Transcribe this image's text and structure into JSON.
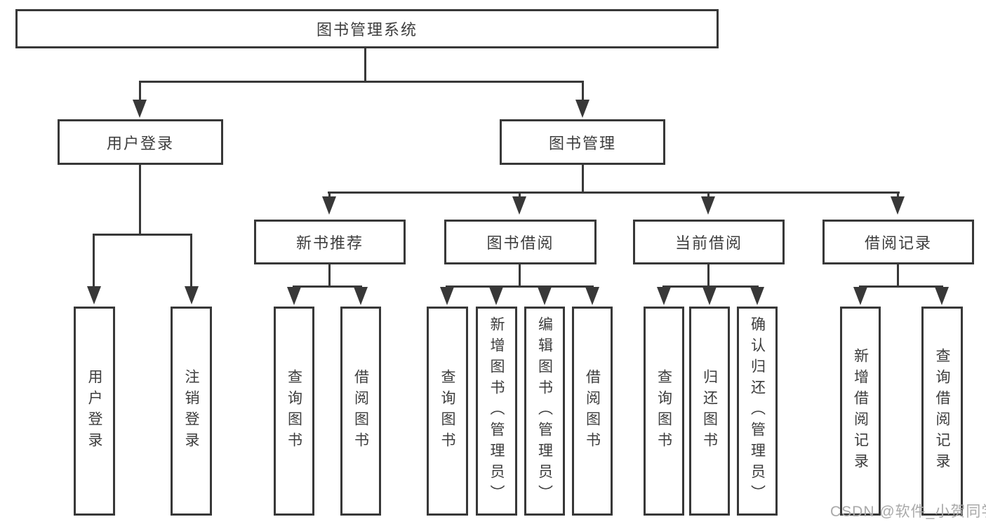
{
  "diagram": {
    "root": "图书管理系统",
    "level1": {
      "user_login": "用户登录",
      "book_management": "图书管理"
    },
    "level2": {
      "new_book_recommend": "新书推荐",
      "book_borrow": "图书借阅",
      "current_borrow": "当前借阅",
      "borrow_record": "借阅记录"
    },
    "leaves": {
      "user_login": "用户登录",
      "logout": "注销登录",
      "rec_query_book": "查询图书",
      "rec_borrow_book": "借阅图书",
      "bb_query_book": "查询图书",
      "bb_add_book": "新增图书（管理员）",
      "bb_edit_book": "编辑图书（管理员）",
      "bb_borrow_book": "借阅图书",
      "cb_query_book": "查询图书",
      "cb_return_book": "归还图书",
      "cb_confirm_return": "确认归还（管理员）",
      "br_add_record": "新增借阅记录",
      "br_query_record": "查询借阅记录"
    },
    "colors": {
      "line": "#383838",
      "text": "#3d3d3d",
      "background": "#ffffff",
      "watermark": "#a9a9a9"
    },
    "watermark": "CSDN @软件_小贺同学"
  }
}
